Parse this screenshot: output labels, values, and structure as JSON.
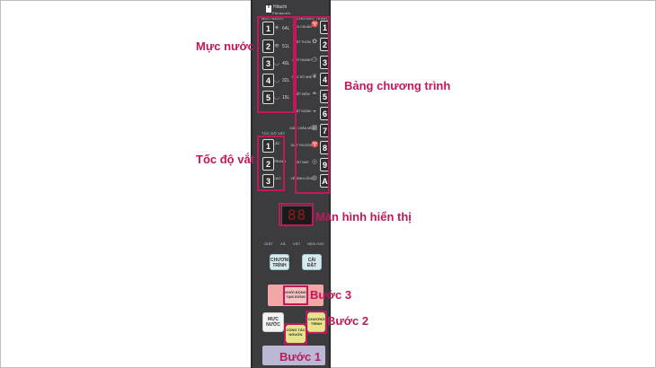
{
  "panel": {
    "brand_line1": "Hitachi",
    "brand_line2": "Panasonic",
    "water_header": "MỰC NƯỚC",
    "program_header": "CHƯƠNG TRÌNH",
    "spin_header": "TỐC ĐỘ VẮT",
    "display_value": "88",
    "water_levels": [
      {
        "num": "1",
        "label": "64L"
      },
      {
        "num": "2",
        "label": "51L"
      },
      {
        "num": "3",
        "label": "40L"
      },
      {
        "num": "4",
        "label": "32L"
      },
      {
        "num": "5",
        "label": "15L"
      }
    ],
    "programs": [
      {
        "num": "1",
        "label": "TIÊU CHUẨN"
      },
      {
        "num": "2",
        "label": "GIẶT THƠM"
      },
      {
        "num": "3",
        "label": "GIẶT NHANH"
      },
      {
        "num": "4",
        "label": "GIẶT ĐỒ NHẸ"
      },
      {
        "num": "5",
        "label": "TIẾT KIỆM"
      },
      {
        "num": "6",
        "label": "GIẶT NGÂM"
      },
      {
        "num": "7",
        "label": "GIẶT CHĂN MỀN"
      },
      {
        "num": "8",
        "label": "GIẶT THƯỜNG"
      },
      {
        "num": "9",
        "label": "VẮT NHẸ"
      },
      {
        "num": "A",
        "label": "VỆ SINH LỒNG"
      }
    ],
    "spin_speeds": [
      {
        "num": "1",
        "label": "LẮC"
      },
      {
        "num": "2",
        "label": "TRUNG"
      },
      {
        "num": "3",
        "label": "CAO"
      }
    ],
    "mini_labels": [
      "GIẶT",
      "XẢ",
      "VẮT",
      "HẸN GIỜ"
    ],
    "btn_chuong_trinh": "CHƯƠNG TRÌNH",
    "btn_cai_dat": "CÀI ĐẶT",
    "btn_khoi_dong": "KHỞI ĐỘNG TẠM DỪNG",
    "btn_muc_nuoc": "MỰC NƯỚC",
    "btn_chuong_trinh_2": "CHƯƠNG TRÌNH",
    "btn_cong_tac": "CÔNG TẮC NGUỒN"
  },
  "callouts": {
    "water": "Mực nước",
    "programs": "Bảng chương trình",
    "spin": "Tốc độ vắt",
    "display": "Màn hình hiển thị",
    "step3": "Bước 3",
    "step2": "Bước 2",
    "step1": "Bước 1"
  },
  "colors": {
    "highlight": "#c2185b",
    "panel": "#3c3c3e",
    "start_button": "#f2a6a6",
    "power_button": "#e8e48a"
  }
}
